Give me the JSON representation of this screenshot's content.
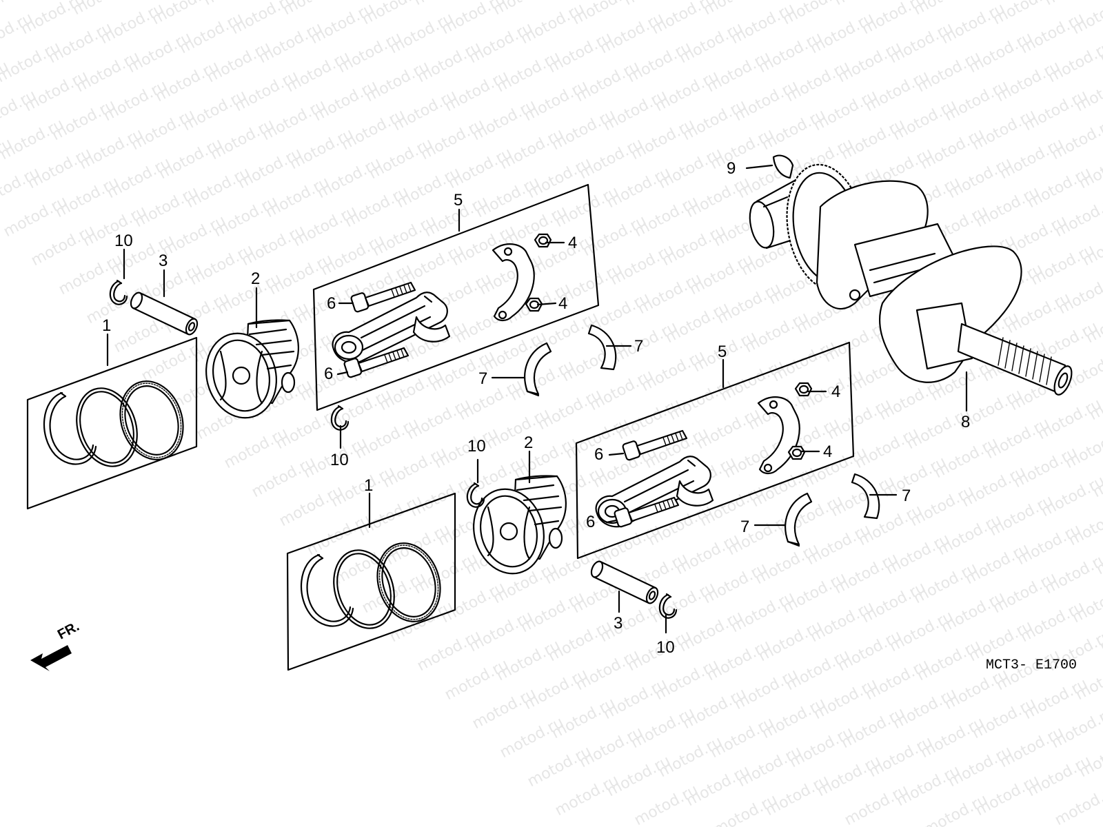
{
  "watermark": "motod.ru",
  "diagram_code": "MCT3- E1700",
  "front_marker": "FR.",
  "callouts": {
    "c1a": "1",
    "c1b": "1",
    "c2a": "2",
    "c2b": "2",
    "c3a": "3",
    "c3b": "3",
    "c4a": "4",
    "c4b": "4",
    "c4c": "4",
    "c4d": "4",
    "c5a": "5",
    "c5b": "5",
    "c6a": "6",
    "c6b": "6",
    "c6c": "6",
    "c6d": "6",
    "c7a": "7",
    "c7b": "7",
    "c7c": "7",
    "c7d": "7",
    "c8": "8",
    "c9": "9",
    "c10a": "10",
    "c10b": "10",
    "c10c": "10",
    "c10d": "10"
  },
  "parts": [
    {
      "ref": "1",
      "icon": "piston-ring-set-icon"
    },
    {
      "ref": "2",
      "icon": "piston-icon"
    },
    {
      "ref": "3",
      "icon": "piston-pin-icon"
    },
    {
      "ref": "4",
      "icon": "nut-icon"
    },
    {
      "ref": "5",
      "icon": "connecting-rod-assembly-icon"
    },
    {
      "ref": "6",
      "icon": "bolt-icon"
    },
    {
      "ref": "7",
      "icon": "bearing-shell-icon"
    },
    {
      "ref": "8",
      "icon": "crankshaft-icon"
    },
    {
      "ref": "9",
      "icon": "woodruff-key-icon"
    },
    {
      "ref": "10",
      "icon": "circlip-icon"
    }
  ]
}
